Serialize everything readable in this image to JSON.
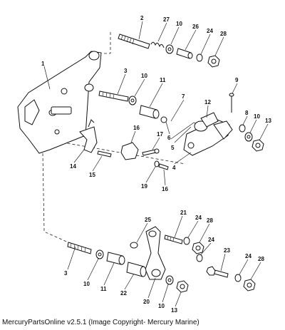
{
  "caption": "MercuryPartsOnline v2.5.1 (Image Copyright- Mercury Marine)",
  "callouts": {
    "c1": "1",
    "c2": "2",
    "c27": "27",
    "c10a": "10",
    "c26": "26",
    "c24a": "24",
    "c28a": "28",
    "c3a": "3",
    "c10b": "10",
    "c11a": "11",
    "c7": "7",
    "c12": "12",
    "c9": "9",
    "c8": "8",
    "c10c": "10",
    "c13a": "13",
    "c16a": "16",
    "c17": "17",
    "c6": "6",
    "c5": "5",
    "c4": "4",
    "c14": "14",
    "c15": "15",
    "c19": "19",
    "c16b": "16",
    "c25": "25",
    "c21": "21",
    "c24b": "24",
    "c28b": "28",
    "c24c": "24",
    "c23": "23",
    "c24d": "24",
    "c28c": "28",
    "c3b": "3",
    "c10d": "10",
    "c11b": "11",
    "c22": "22",
    "c20": "20",
    "c10e": "10",
    "c13b": "13"
  }
}
